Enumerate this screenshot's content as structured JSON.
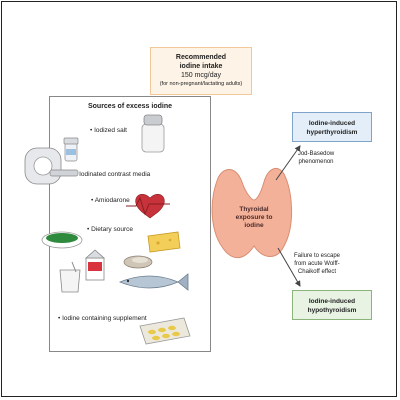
{
  "intake": {
    "title_line1": "Recommended",
    "title_line2": "iodine intake",
    "amount": "150 mcg/day",
    "note": "(for non-pregnant/lactating adults)"
  },
  "sources": {
    "title": "Sources of excess iodine",
    "items": [
      "• Iodized salt",
      "• Iodinated contrast media",
      "• Amiodarone",
      "• Dietary source",
      "• Iodine containing supplement"
    ]
  },
  "thyroid": {
    "line1": "Thyroidal",
    "line2": "exposure to",
    "line3": "iodine"
  },
  "outcomes": {
    "hyper_line1": "Iodine-induced",
    "hyper_line2": "hyperthyroidism",
    "hypo_line1": "Iodine-induced",
    "hypo_line2": "hypothyroidism"
  },
  "mechanisms": {
    "jod_line1": "Jod-Basedow",
    "jod_line2": "phenomenon",
    "wolff_line1": "Failure to escape",
    "wolff_line2": "from acute Wolff-",
    "wolff_line3": "Chaikoff effect"
  },
  "colors": {
    "thyroid": "#f3b199",
    "intake_bg": "#fdf3e6",
    "hyper_bg": "#e4eef8",
    "hypo_bg": "#e8f3e4"
  }
}
